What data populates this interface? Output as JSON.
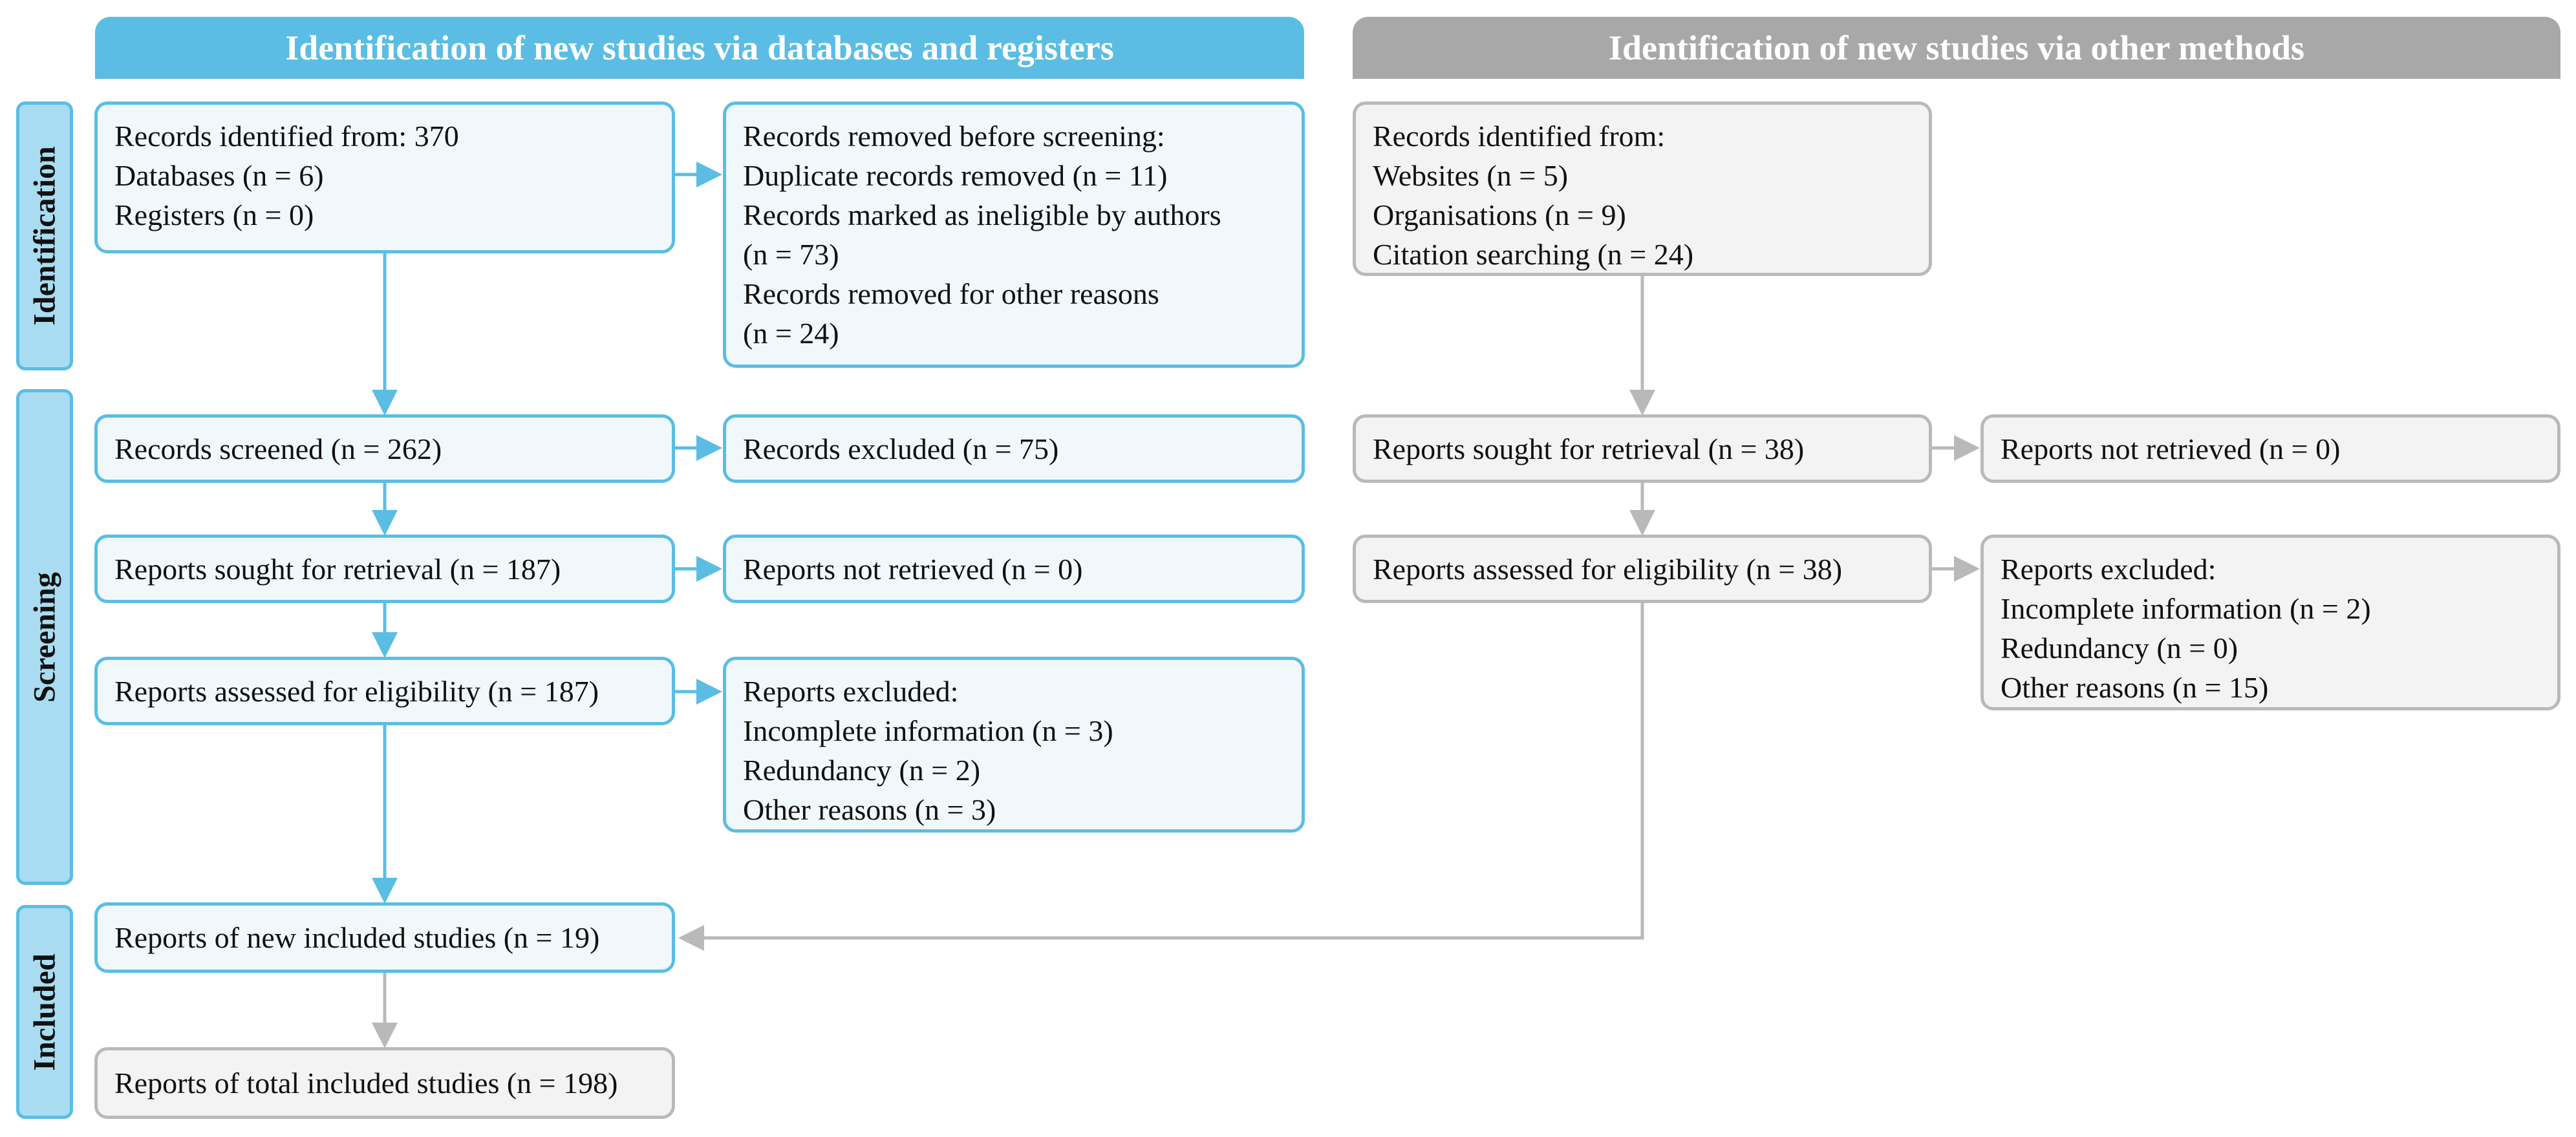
{
  "headers": {
    "databases": "Identification of new studies via databases and registers",
    "other": "Identification of new studies via other methods"
  },
  "phases": {
    "identification": "Identification",
    "screening": "Screening",
    "included": "Included"
  },
  "databases": {
    "identified": [
      "Records identified from: 370",
      "Databases (n = 6)",
      "Registers (n = 0)"
    ],
    "removed": [
      "Records removed before screening:",
      "Duplicate records removed (n = 11)",
      "Records marked as ineligible by authors",
      "(n = 73)",
      "Records removed for other reasons",
      "(n = 24)"
    ],
    "screened": "Records screened (n = 262)",
    "excluded": "Records excluded (n = 75)",
    "sought": "Reports sought for retrieval (n = 187)",
    "not_retrieved": "Reports not retrieved (n = 0)",
    "assessed": "Reports assessed for eligibility (n = 187)",
    "reports_excluded": [
      "Reports excluded:",
      "Incomplete information (n = 3)",
      "Redundancy (n = 2)",
      "Other reasons (n = 3)"
    ],
    "new_included": "Reports of new included studies (n = 19)",
    "total_included": "Reports of total included studies (n = 198)"
  },
  "other_methods": {
    "identified": [
      "Records identified from:",
      "Websites (n = 5)",
      "Organisations (n = 9)",
      "Citation searching (n = 24)"
    ],
    "sought": "Reports sought for retrieval (n = 38)",
    "not_retrieved": "Reports not retrieved (n = 0)",
    "assessed": "Reports assessed for eligibility (n = 38)",
    "reports_excluded": [
      "Reports excluded:",
      "Incomplete information (n = 2)",
      "Redundancy (n = 0)",
      "Other reasons (n = 15)"
    ]
  },
  "colors": {
    "blue_accent": "#5bbde3",
    "blue_fill": "#f0f8fb",
    "phase_fill": "#a9dcf0",
    "gray_accent": "#a8a8a8",
    "gray_border": "#b9b9b9",
    "gray_fill": "#f3f3f3"
  }
}
